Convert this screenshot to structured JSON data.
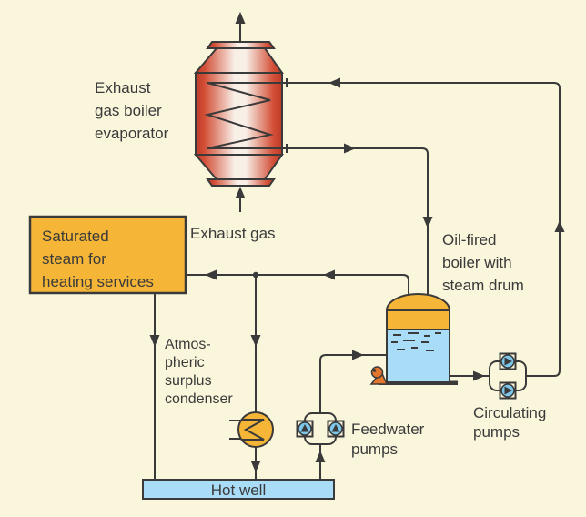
{
  "labels": {
    "evaporator": "Exhaust\ngas boiler\nevaporator",
    "exhaust_gas": "Exhaust gas",
    "saturated_steam_box": "Saturated\nsteam for\nheating services",
    "oil_fired_boiler": "Oil-fired\nboiler with\nsteam drum",
    "surplus_condenser": "Atmos-\npheric\nsurplus\ncondenser",
    "feedwater_pumps": "Feedwater\npumps",
    "circulating_pumps": "Circulating\npumps",
    "hot_well": "Hot well"
  },
  "colors": {
    "background": "#FAF6DC",
    "line": "#3A3A3A",
    "amber": "#F5B637",
    "water_blue": "#A9DCF6",
    "pump_blue": "#7CC7EA",
    "vessel_red_edge": "#BE3A28",
    "vessel_red_mid": "#D34E36",
    "vessel_highlight": "#F8EFE7",
    "burner_orange": "#E2762E"
  },
  "icons": {
    "pump": "circle-with-flow-arrow",
    "burner": "oil-burner",
    "coil": "zigzag-heating-coil",
    "arrow": "solid-triangle-flow-arrow"
  }
}
